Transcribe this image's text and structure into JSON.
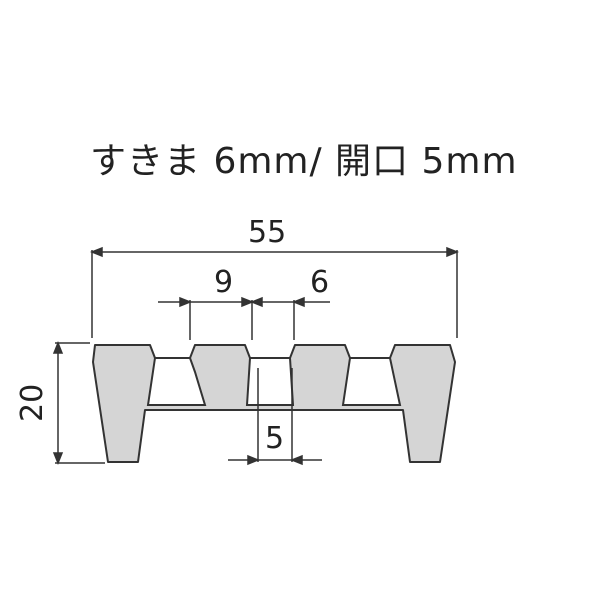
{
  "title": "すきま 6mm/ 開口 5mm",
  "dimensions": {
    "overall_width": "55",
    "height": "20",
    "pitch": "9",
    "gap": "6",
    "opening": "5"
  },
  "colors": {
    "profile_fill": "#d5d5d5",
    "profile_stroke": "#333333",
    "dimension_line": "#333333"
  }
}
